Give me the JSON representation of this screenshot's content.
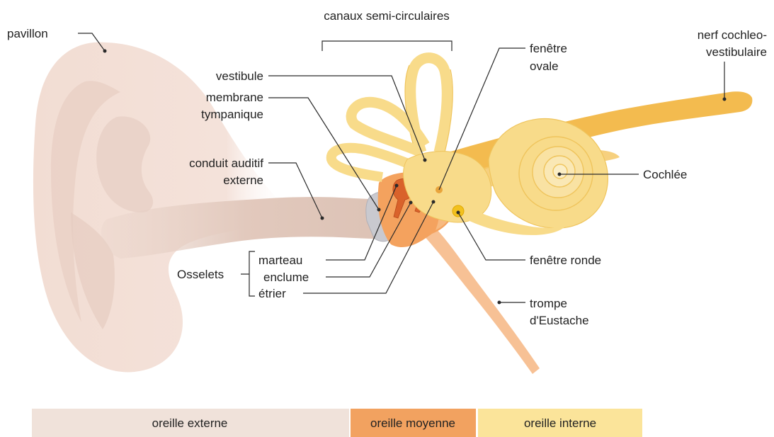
{
  "labels": {
    "pavillon": "pavillon",
    "canaux": "canaux semi-circulaires",
    "fenetre_ovale_1": "fenêtre",
    "fenetre_ovale_2": "ovale",
    "nerf_1": "nerf cochleo-",
    "nerf_2": "vestibulaire",
    "vestibule": "vestibule",
    "membrane_1": "membrane",
    "membrane_2": "tympanique",
    "conduit_1": "conduit auditif",
    "conduit_2": "externe",
    "cochlee": "Cochlée",
    "marteau": "marteau",
    "osselets": "Osselets",
    "enclume": "enclume",
    "etrier": "étrier",
    "fenetre_ronde": "fenêtre ronde",
    "trompe_1": "trompe",
    "trompe_2": "d'Eustache"
  },
  "zones": {
    "externe": "oreille externe",
    "moyenne": "oreille moyenne",
    "interne": "oreille interne"
  },
  "colors": {
    "outer_ear": "#f3e1d9",
    "ear_canal": "#e2c9bd",
    "middle_ear": "#f4a25e",
    "ossicles": "#d9622b",
    "inner_ear": "#f8db8a",
    "inner_ear_dark": "#efc45c",
    "nerve": "#f2b43c",
    "zone_externe": "#f0e2da",
    "zone_moyenne": "#f2a260",
    "zone_interne": "#fbe49a"
  }
}
